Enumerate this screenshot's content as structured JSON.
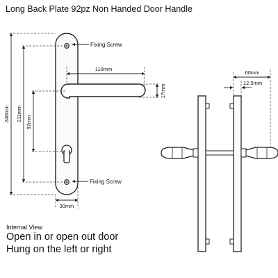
{
  "title": "Long Back Plate 92pz Non Handed Door Handle",
  "view_label": "Internal View",
  "notes": [
    "Open in or open out door",
    "Hung on the  left  or right"
  ],
  "callouts": {
    "top_screw": "Fixing Screw",
    "bottom_screw": "Fixing Screw"
  },
  "dimensions": {
    "plate_height": "240mm",
    "screw_centres": "211mm",
    "centres": "92mm",
    "lever_length": "110mm",
    "lever_height": "17mm",
    "plate_width": "30mm",
    "projection": "60mm",
    "plate_depth": "12.5mm"
  }
}
